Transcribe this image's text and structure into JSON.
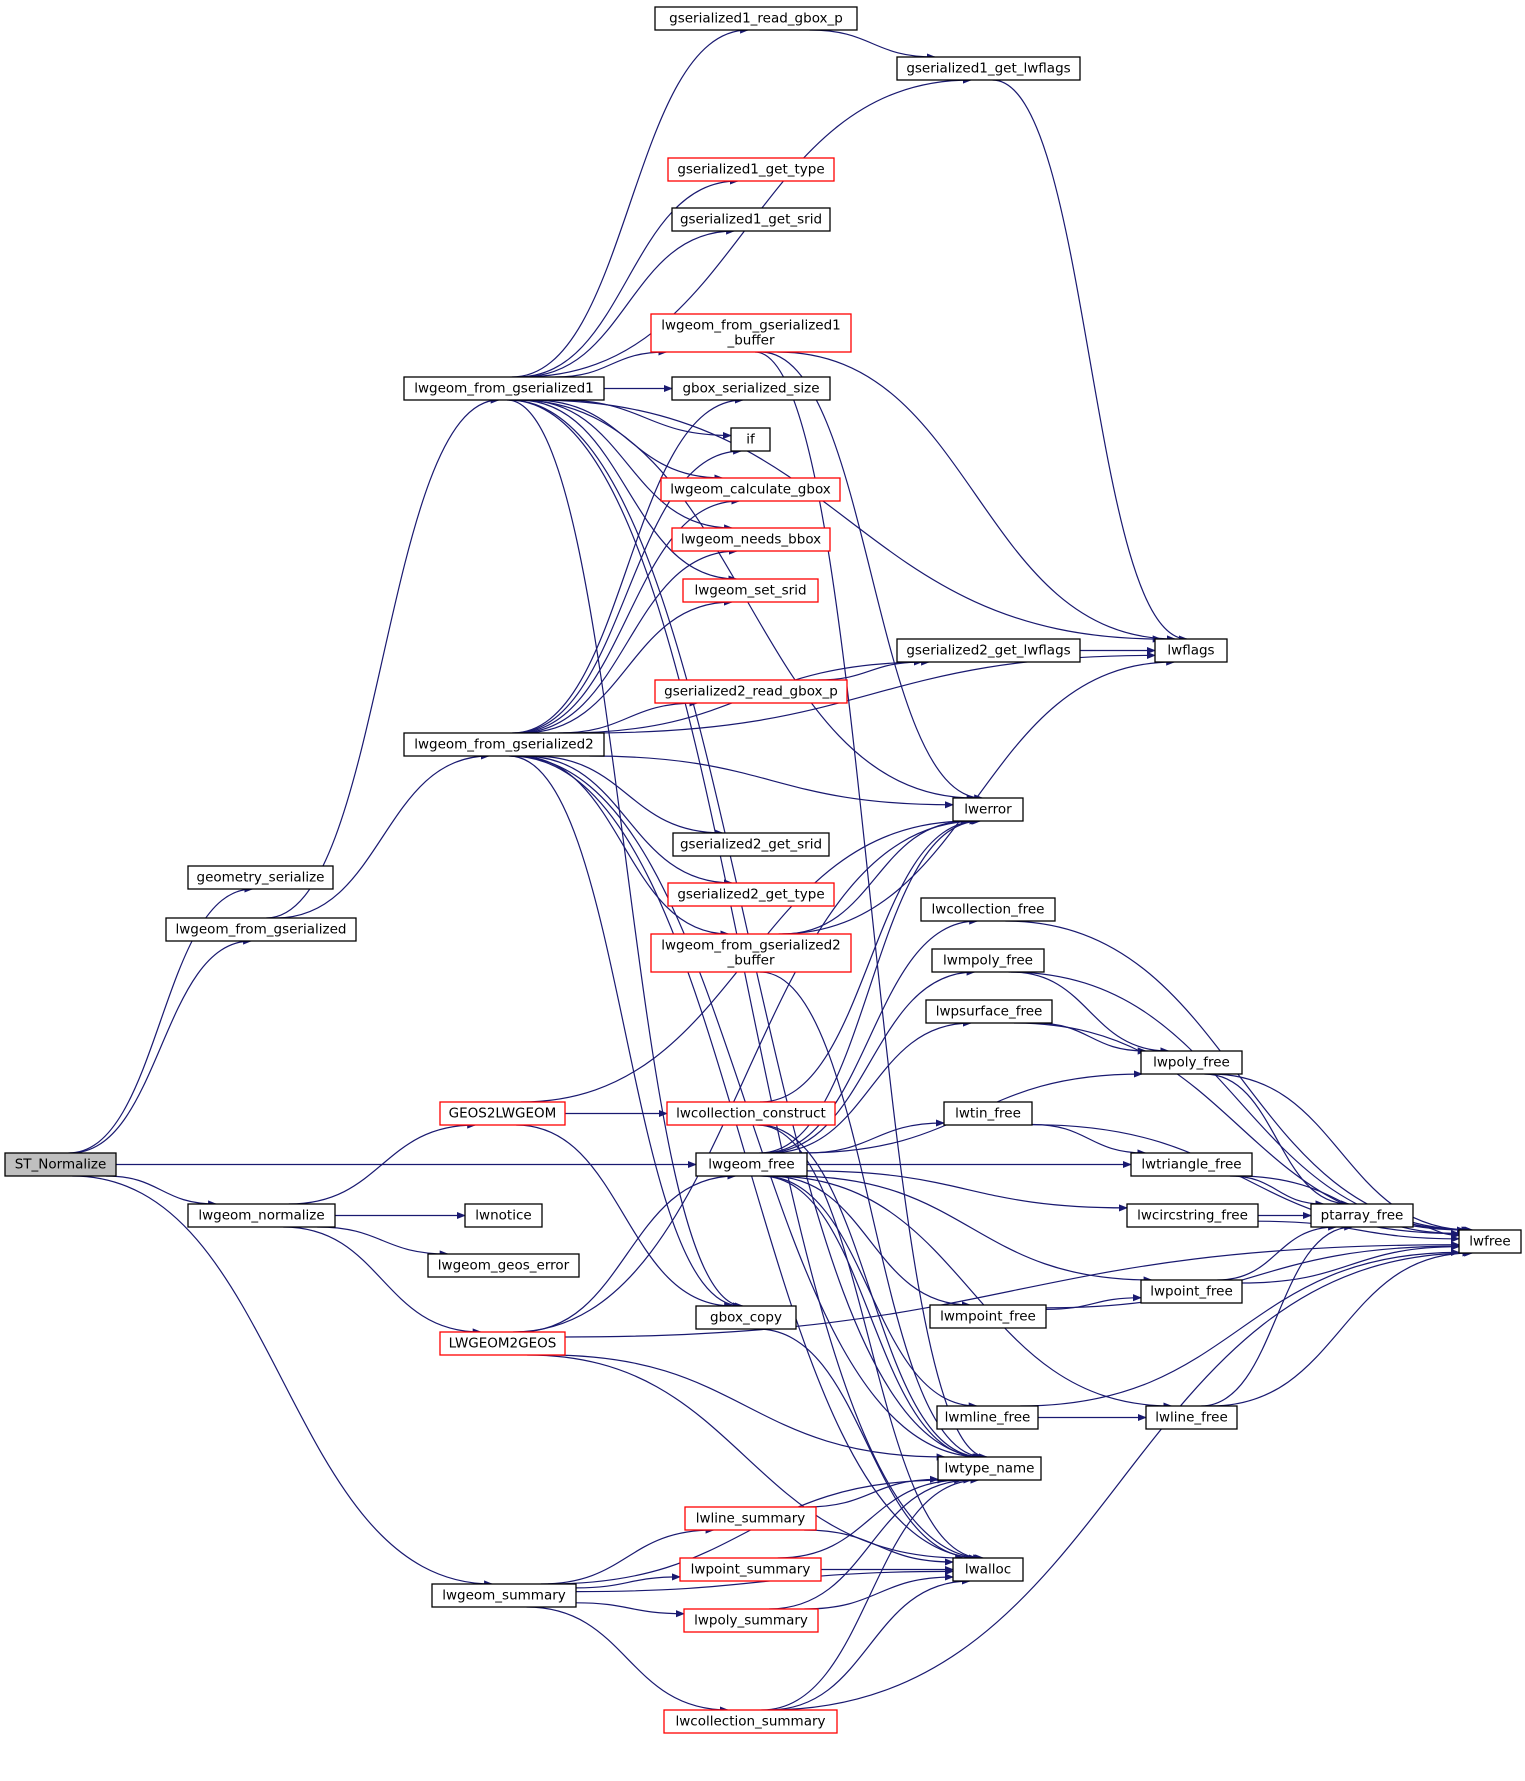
{
  "graph": {
    "nodes": [
      {
        "id": "ST_Normalize",
        "label": [
          "ST_Normalize"
        ],
        "style": "root"
      },
      {
        "id": "geometry_serialize",
        "label": [
          "geometry_serialize"
        ],
        "style": "black"
      },
      {
        "id": "lwgeom_from_gserialized",
        "label": [
          "lwgeom_from_gserialized"
        ],
        "style": "black"
      },
      {
        "id": "lwgeom_normalize",
        "label": [
          "lwgeom_normalize"
        ],
        "style": "black"
      },
      {
        "id": "lwgeom_summary",
        "label": [
          "lwgeom_summary"
        ],
        "style": "black"
      },
      {
        "id": "lwgeom_from_gserialized1",
        "label": [
          "lwgeom_from_gserialized1"
        ],
        "style": "black"
      },
      {
        "id": "lwgeom_from_gserialized2",
        "label": [
          "lwgeom_from_gserialized2"
        ],
        "style": "black"
      },
      {
        "id": "GEOS2LWGEOM",
        "label": [
          "GEOS2LWGEOM"
        ],
        "style": "red"
      },
      {
        "id": "LWGEOM2GEOS",
        "label": [
          "LWGEOM2GEOS"
        ],
        "style": "red"
      },
      {
        "id": "lwnotice",
        "label": [
          "lwnotice"
        ],
        "style": "black"
      },
      {
        "id": "lwgeom_geos_error",
        "label": [
          "lwgeom_geos_error"
        ],
        "style": "black"
      },
      {
        "id": "gserialized1_read_gbox_p",
        "label": [
          "gserialized1_read_gbox_p"
        ],
        "style": "black"
      },
      {
        "id": "gserialized1_get_type",
        "label": [
          "gserialized1_get_type"
        ],
        "style": "red"
      },
      {
        "id": "gserialized1_get_srid",
        "label": [
          "gserialized1_get_srid"
        ],
        "style": "black"
      },
      {
        "id": "lwgeom_from_gserialized1_buffer",
        "label": [
          "lwgeom_from_gserialized1",
          "_buffer"
        ],
        "style": "red"
      },
      {
        "id": "gbox_serialized_size",
        "label": [
          "gbox_serialized_size"
        ],
        "style": "black"
      },
      {
        "id": "if",
        "label": [
          "if"
        ],
        "style": "black"
      },
      {
        "id": "lwgeom_calculate_gbox",
        "label": [
          "lwgeom_calculate_gbox"
        ],
        "style": "red"
      },
      {
        "id": "lwgeom_needs_bbox",
        "label": [
          "lwgeom_needs_bbox"
        ],
        "style": "red"
      },
      {
        "id": "lwgeom_set_srid",
        "label": [
          "lwgeom_set_srid"
        ],
        "style": "red"
      },
      {
        "id": "gserialized2_read_gbox_p",
        "label": [
          "gserialized2_read_gbox_p"
        ],
        "style": "red"
      },
      {
        "id": "gserialized2_get_srid",
        "label": [
          "gserialized2_get_srid"
        ],
        "style": "black"
      },
      {
        "id": "gserialized2_get_type",
        "label": [
          "gserialized2_get_type"
        ],
        "style": "red"
      },
      {
        "id": "lwgeom_from_gserialized2_buffer",
        "label": [
          "lwgeom_from_gserialized2",
          "_buffer"
        ],
        "style": "red"
      },
      {
        "id": "lwcollection_construct",
        "label": [
          "lwcollection_construct"
        ],
        "style": "red"
      },
      {
        "id": "lwgeom_free",
        "label": [
          "lwgeom_free"
        ],
        "style": "black"
      },
      {
        "id": "gbox_copy",
        "label": [
          "gbox_copy"
        ],
        "style": "black"
      },
      {
        "id": "lwline_summary",
        "label": [
          "lwline_summary"
        ],
        "style": "red"
      },
      {
        "id": "lwpoint_summary",
        "label": [
          "lwpoint_summary"
        ],
        "style": "red"
      },
      {
        "id": "lwpoly_summary",
        "label": [
          "lwpoly_summary"
        ],
        "style": "red"
      },
      {
        "id": "lwcollection_summary",
        "label": [
          "lwcollection_summary"
        ],
        "style": "red"
      },
      {
        "id": "gserialized1_get_lwflags",
        "label": [
          "gserialized1_get_lwflags"
        ],
        "style": "black"
      },
      {
        "id": "gserialized2_get_lwflags",
        "label": [
          "gserialized2_get_lwflags"
        ],
        "style": "black"
      },
      {
        "id": "lwerror",
        "label": [
          "lwerror"
        ],
        "style": "black"
      },
      {
        "id": "lwcollection_free",
        "label": [
          "lwcollection_free"
        ],
        "style": "black"
      },
      {
        "id": "lwmpoly_free",
        "label": [
          "lwmpoly_free"
        ],
        "style": "black"
      },
      {
        "id": "lwpsurface_free",
        "label": [
          "lwpsurface_free"
        ],
        "style": "black"
      },
      {
        "id": "lwtin_free",
        "label": [
          "lwtin_free"
        ],
        "style": "black"
      },
      {
        "id": "lwmpoint_free",
        "label": [
          "lwmpoint_free"
        ],
        "style": "black"
      },
      {
        "id": "lwmline_free",
        "label": [
          "lwmline_free"
        ],
        "style": "black"
      },
      {
        "id": "lwtype_name",
        "label": [
          "lwtype_name"
        ],
        "style": "black"
      },
      {
        "id": "lwalloc",
        "label": [
          "lwalloc"
        ],
        "style": "black"
      },
      {
        "id": "lwflags",
        "label": [
          "lwflags"
        ],
        "style": "black"
      },
      {
        "id": "lwpoly_free",
        "label": [
          "lwpoly_free"
        ],
        "style": "black"
      },
      {
        "id": "lwtriangle_free",
        "label": [
          "lwtriangle_free"
        ],
        "style": "black"
      },
      {
        "id": "lwcircstring_free",
        "label": [
          "lwcircstring_free"
        ],
        "style": "black"
      },
      {
        "id": "lwpoint_free",
        "label": [
          "lwpoint_free"
        ],
        "style": "black"
      },
      {
        "id": "lwline_free",
        "label": [
          "lwline_free"
        ],
        "style": "black"
      },
      {
        "id": "ptarray_free",
        "label": [
          "ptarray_free"
        ],
        "style": "black"
      },
      {
        "id": "lwfree",
        "label": [
          "lwfree"
        ],
        "style": "black"
      }
    ],
    "edges": [
      [
        "ST_Normalize",
        "geometry_serialize"
      ],
      [
        "ST_Normalize",
        "lwgeom_from_gserialized"
      ],
      [
        "ST_Normalize",
        "lwgeom_free"
      ],
      [
        "ST_Normalize",
        "lwgeom_normalize"
      ],
      [
        "ST_Normalize",
        "lwgeom_summary"
      ],
      [
        "lwgeom_from_gserialized",
        "lwgeom_from_gserialized1"
      ],
      [
        "lwgeom_from_gserialized",
        "lwgeom_from_gserialized2"
      ],
      [
        "lwgeom_from_gserialized1",
        "gserialized1_read_gbox_p"
      ],
      [
        "lwgeom_from_gserialized1",
        "gserialized1_get_lwflags"
      ],
      [
        "lwgeom_from_gserialized1",
        "lwflags"
      ],
      [
        "lwgeom_from_gserialized1",
        "gserialized1_get_type"
      ],
      [
        "lwgeom_from_gserialized1",
        "gserialized1_get_srid"
      ],
      [
        "lwgeom_from_gserialized1",
        "lwerror"
      ],
      [
        "lwgeom_from_gserialized1",
        "lwgeom_from_gserialized1_buffer"
      ],
      [
        "lwgeom_from_gserialized1",
        "gbox_serialized_size"
      ],
      [
        "lwgeom_from_gserialized1",
        "if"
      ],
      [
        "lwgeom_from_gserialized1",
        "lwgeom_calculate_gbox"
      ],
      [
        "lwgeom_from_gserialized1",
        "lwgeom_needs_bbox"
      ],
      [
        "lwgeom_from_gserialized1",
        "lwgeom_set_srid"
      ],
      [
        "lwgeom_from_gserialized1",
        "gbox_copy"
      ],
      [
        "lwgeom_from_gserialized1",
        "lwalloc"
      ],
      [
        "lwgeom_from_gserialized1",
        "lwtype_name"
      ],
      [
        "gserialized1_read_gbox_p",
        "gserialized1_get_lwflags"
      ],
      [
        "gserialized1_get_lwflags",
        "lwflags"
      ],
      [
        "lwgeom_from_gserialized1_buffer",
        "lwerror"
      ],
      [
        "lwgeom_from_gserialized1_buffer",
        "lwflags"
      ],
      [
        "lwgeom_from_gserialized1_buffer",
        "lwtype_name"
      ],
      [
        "lwgeom_from_gserialized2",
        "gserialized2_get_lwflags"
      ],
      [
        "lwgeom_from_gserialized2",
        "gserialized2_read_gbox_p"
      ],
      [
        "lwgeom_from_gserialized2",
        "lwflags"
      ],
      [
        "lwgeom_from_gserialized2",
        "lwerror"
      ],
      [
        "lwgeom_from_gserialized2",
        "gserialized2_get_srid"
      ],
      [
        "lwgeom_from_gserialized2",
        "gserialized2_get_type"
      ],
      [
        "lwgeom_from_gserialized2",
        "lwgeom_from_gserialized2_buffer"
      ],
      [
        "lwgeom_from_gserialized2",
        "gbox_serialized_size"
      ],
      [
        "lwgeom_from_gserialized2",
        "if"
      ],
      [
        "lwgeom_from_gserialized2",
        "lwgeom_calculate_gbox"
      ],
      [
        "lwgeom_from_gserialized2",
        "lwgeom_needs_bbox"
      ],
      [
        "lwgeom_from_gserialized2",
        "lwgeom_set_srid"
      ],
      [
        "lwgeom_from_gserialized2",
        "gbox_copy"
      ],
      [
        "lwgeom_from_gserialized2",
        "lwalloc"
      ],
      [
        "lwgeom_from_gserialized2",
        "lwtype_name"
      ],
      [
        "gserialized2_read_gbox_p",
        "gserialized2_get_lwflags"
      ],
      [
        "gserialized2_get_lwflags",
        "lwflags"
      ],
      [
        "lwgeom_from_gserialized2_buffer",
        "lwerror"
      ],
      [
        "lwgeom_from_gserialized2_buffer",
        "lwflags"
      ],
      [
        "lwgeom_from_gserialized2_buffer",
        "lwtype_name"
      ],
      [
        "lwgeom_normalize",
        "GEOS2LWGEOM"
      ],
      [
        "lwgeom_normalize",
        "lwnotice"
      ],
      [
        "lwgeom_normalize",
        "lwgeom_geos_error"
      ],
      [
        "lwgeom_normalize",
        "LWGEOM2GEOS"
      ],
      [
        "GEOS2LWGEOM",
        "lwcollection_construct"
      ],
      [
        "GEOS2LWGEOM",
        "lwerror"
      ],
      [
        "GEOS2LWGEOM",
        "gbox_copy"
      ],
      [
        "LWGEOM2GEOS",
        "lwgeom_free"
      ],
      [
        "LWGEOM2GEOS",
        "lwerror"
      ],
      [
        "LWGEOM2GEOS",
        "lwtype_name"
      ],
      [
        "LWGEOM2GEOS",
        "lwfree"
      ],
      [
        "LWGEOM2GEOS",
        "lwalloc"
      ],
      [
        "lwcollection_construct",
        "lwerror"
      ],
      [
        "lwcollection_construct",
        "lwtype_name"
      ],
      [
        "lwcollection_construct",
        "lwalloc"
      ],
      [
        "lwgeom_free",
        "lwcollection_free"
      ],
      [
        "lwgeom_free",
        "lwmpoly_free"
      ],
      [
        "lwgeom_free",
        "lwpsurface_free"
      ],
      [
        "lwgeom_free",
        "lwpoly_free"
      ],
      [
        "lwgeom_free",
        "lwtin_free"
      ],
      [
        "lwgeom_free",
        "lwtriangle_free"
      ],
      [
        "lwgeom_free",
        "lwcircstring_free"
      ],
      [
        "lwgeom_free",
        "lwpoint_free"
      ],
      [
        "lwgeom_free",
        "lwmpoint_free"
      ],
      [
        "lwgeom_free",
        "lwline_free"
      ],
      [
        "lwgeom_free",
        "lwmline_free"
      ],
      [
        "lwgeom_free",
        "lwtype_name"
      ],
      [
        "lwgeom_free",
        "lwerror"
      ],
      [
        "lwcollection_free",
        "lwfree"
      ],
      [
        "lwmpoly_free",
        "lwpoly_free"
      ],
      [
        "lwmpoly_free",
        "lwfree"
      ],
      [
        "lwpsurface_free",
        "lwpoly_free"
      ],
      [
        "lwpsurface_free",
        "lwfree"
      ],
      [
        "lwtin_free",
        "lwtriangle_free"
      ],
      [
        "lwtin_free",
        "lwfree"
      ],
      [
        "lwmpoint_free",
        "lwpoint_free"
      ],
      [
        "lwmpoint_free",
        "lwfree"
      ],
      [
        "lwmline_free",
        "lwline_free"
      ],
      [
        "lwmline_free",
        "lwfree"
      ],
      [
        "lwpoly_free",
        "ptarray_free"
      ],
      [
        "lwpoly_free",
        "lwfree"
      ],
      [
        "lwtriangle_free",
        "ptarray_free"
      ],
      [
        "lwtriangle_free",
        "lwfree"
      ],
      [
        "lwcircstring_free",
        "ptarray_free"
      ],
      [
        "lwcircstring_free",
        "lwfree"
      ],
      [
        "lwpoint_free",
        "ptarray_free"
      ],
      [
        "lwpoint_free",
        "lwfree"
      ],
      [
        "lwline_free",
        "ptarray_free"
      ],
      [
        "lwline_free",
        "lwfree"
      ],
      [
        "ptarray_free",
        "lwfree"
      ],
      [
        "gbox_copy",
        "lwalloc"
      ],
      [
        "lwgeom_summary",
        "lwline_summary"
      ],
      [
        "lwgeom_summary",
        "lwpoint_summary"
      ],
      [
        "lwgeom_summary",
        "lwpoly_summary"
      ],
      [
        "lwgeom_summary",
        "lwcollection_summary"
      ],
      [
        "lwgeom_summary",
        "lwtype_name"
      ],
      [
        "lwgeom_summary",
        "lwalloc"
      ],
      [
        "lwline_summary",
        "lwtype_name"
      ],
      [
        "lwline_summary",
        "lwalloc"
      ],
      [
        "lwpoint_summary",
        "lwtype_name"
      ],
      [
        "lwpoint_summary",
        "lwalloc"
      ],
      [
        "lwpoly_summary",
        "lwtype_name"
      ],
      [
        "lwpoly_summary",
        "lwalloc"
      ],
      [
        "lwcollection_summary",
        "lwtype_name"
      ],
      [
        "lwcollection_summary",
        "lwalloc"
      ],
      [
        "lwcollection_summary",
        "lwfree"
      ]
    ]
  }
}
